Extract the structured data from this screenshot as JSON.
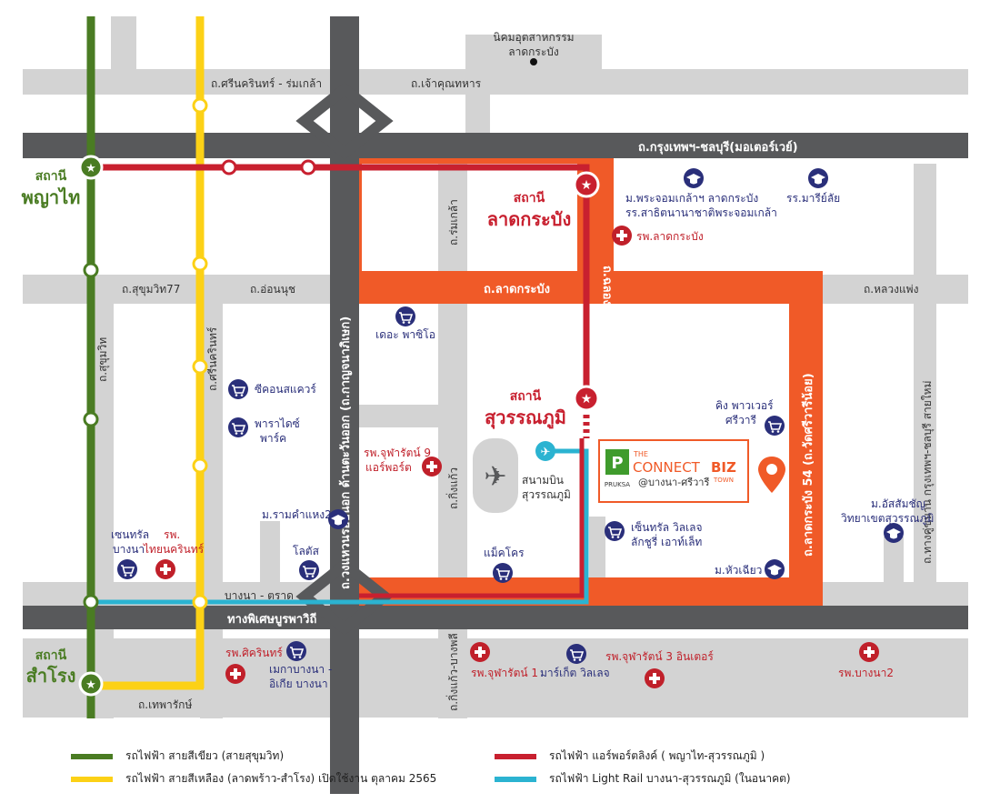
{
  "roads": {
    "srinakarin_romklao": "ถ.ศรีนครินทร์ - ร่มเกล้า",
    "chaokhun_thahan": "ถ.เจ้าคุณทหาร",
    "motorway": "ถ.กรุงเทพฯ-ชลบุรี(มอเตอร์เวย์)",
    "romklao": "ถ.ร่มเกล้า",
    "chalongkrung": "ถ.ฉลองกรุง",
    "sukhumvit77": "ถ.สุขุมวิท77",
    "onnut": "ถ.อ่อนนุช",
    "ladkrabang": "ถ.ลาดกระบัง",
    "luangphaeng": "ถ.หลวงแพ่ง",
    "sukhumvit": "ถ.สุขุมวิท",
    "srinakarin": "ถ.ศรีนครินทร์",
    "kanchanaphisek": "ถ.วงแหวนรอบนอก ด้านตะวันออก (ถ.กาญจนาภิเษก)",
    "kingkaew": "ถ.กิ่งแก้ว",
    "ladkrabang54": "ถ.ลาดกระบัง 54 (ถ.วัดศรีวารีน้อย)",
    "highway_chonburi": "ถ.ทางคู่ขนาน กรุงเทพฯ-ชลบุรี สายใหม่",
    "bangna_trad": "บางนา - ตราด",
    "burapha_withi": "ทางพิเศษบูรพาวิถี",
    "kingkaew_bangphli": "ถ.กิ่งแก้ว-บางพลี",
    "thepharak": "ถ.เทพารักษ์"
  },
  "stations": {
    "phaya_thai_1": "สถานี",
    "phaya_thai_2": "พญาไท",
    "ladkrabang_1": "สถานี",
    "ladkrabang_2": "ลาดกระบัง",
    "suvarnabhumi_1": "สถานี",
    "suvarnabhumi_2": "สุวรรณภูมิ",
    "samrong_1": "สถานี",
    "samrong_2": "สำโรง"
  },
  "places": {
    "industrial_1": "นิคมอุตสาหกรรม",
    "industrial_2": "ลาดกระบัง",
    "kmitl": "ม.พระจอมเกล้าฯ ลาดกระบัง",
    "kmitl_school": "รร.สาธิตนานาชาติพระจอมเกล้า",
    "mariyalai": "รร.มารีย์ลัย",
    "hosp_ladkrabang": "รพ.ลาดกระบัง",
    "paseo": "เดอะ พาซิโอ",
    "seacon": "ซีคอนสแควร์",
    "paradise_1": "พาราไดซ์",
    "paradise_2": "พาร์ค",
    "hosp_jp9_1": "รพ.จุฬารัตน์ 9",
    "hosp_jp9_2": "แอร์พอร์ต",
    "airport_1": "สนามบิน",
    "airport_2": "สุวรรณภูมิ",
    "king_power_1": "คิง พาวเวอร์",
    "king_power_2": "ศรีวารี",
    "ramkhamhaeng2": "ม.รามคำแหง2",
    "central_bangna_1": "เซนทรัล",
    "central_bangna_2": "บางนา",
    "hosp_thainakarin_1": "รพ.",
    "hosp_thainakarin_2": "ไทยนครินทร์",
    "lotus": "โลตัส",
    "makro": "แม็คโคร",
    "central_village_1": "เซ็นทรัล วิลเลจ",
    "central_village_2": "ลักชูรี่ เอาท์เล็ท",
    "huachiew": "ม.หัวเฉียว",
    "assumption_1": "ม.อัสสัมชัญ",
    "assumption_2": "วิทยาเขตสุวรรณภูมิ",
    "hosp_srinakarin": "รพ.ศิครินทร์",
    "mega_1": "เมกาบางนา -",
    "mega_2": "อิเกีย บางนา",
    "hosp_jp1": "รพ.จุฬารัตน์ 1",
    "market_village": "มาร์เก็ต วิลเลจ",
    "hosp_jp3": "รพ.จุฬารัตน์ 3 อินเตอร์",
    "hosp_bangna2": "รพ.บางนา2"
  },
  "project": {
    "brand": "PRUKSA",
    "name_the": "THE",
    "name_connect": "CONNECT",
    "name_biz": "BIZ",
    "name_town": "TOWN",
    "location": "@บางนา-ศรีวารี"
  },
  "legend": {
    "green": "รถไฟฟ้า สายสีเขียว (สายสุขุมวิท)",
    "yellow": "รถไฟฟ้า สายสีเหลือง (ลาดพร้าว-สำโรง) เปิดใช้งาน ตุลาคม 2565",
    "red": "รถไฟฟ้า แอร์พอร์ตลิงค์ ( พญาไท-สุวรรณภูมิ )",
    "blue": "รถไฟฟ้า Light Rail บางนา-สุวรรณภูมิ (ในอนาคต)"
  },
  "colors": {
    "road_gray": "#d3d3d3",
    "expressway": "#58595b",
    "orange": "#f05a28",
    "green_line": "#4a7c23",
    "yellow_line": "#fcd116",
    "red_line": "#c8202f",
    "blue_line": "#2bb3d1",
    "poi_blue": "#2a2f7a",
    "hospital_red": "#c0202a"
  }
}
